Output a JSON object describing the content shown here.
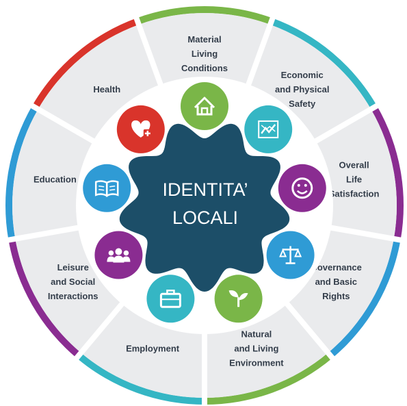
{
  "center": {
    "line1": "IDENTITA’",
    "line2": "LOCALI"
  },
  "segments": [
    {
      "key": "material",
      "label": [
        "Material",
        "Living",
        "Conditions"
      ],
      "color": "#7ab648",
      "icon": "house-icon"
    },
    {
      "key": "economic",
      "label": [
        "Economic",
        "and Physical",
        "Safety"
      ],
      "color": "#35b6c4",
      "icon": "line-chart-icon"
    },
    {
      "key": "overall",
      "label": [
        "Overall",
        "Life",
        "Satisfaction"
      ],
      "color": "#8a2c91",
      "icon": "smiley-icon"
    },
    {
      "key": "governance",
      "label": [
        "Governance",
        "and Basic",
        "Rights"
      ],
      "color": "#2f9bd5",
      "icon": "scales-icon"
    },
    {
      "key": "natural",
      "label": [
        "Natural",
        "and Living",
        "Environment"
      ],
      "color": "#7ab648",
      "icon": "sprout-icon"
    },
    {
      "key": "employment",
      "label": [
        "Employment"
      ],
      "color": "#35b6c4",
      "icon": "briefcase-icon"
    },
    {
      "key": "leisure",
      "label": [
        "Leisure",
        "and Social",
        "Interactions"
      ],
      "color": "#8a2c91",
      "icon": "people-icon"
    },
    {
      "key": "education",
      "label": [
        "Education"
      ],
      "color": "#2f9bd5",
      "icon": "book-icon"
    },
    {
      "key": "health",
      "label": [
        "Health"
      ],
      "color": "#d9342b",
      "icon": "heart-plus-icon"
    }
  ],
  "colors": {
    "segment_fill": "#eaebed",
    "center": "#1c4e68",
    "text": "#333d4a"
  }
}
